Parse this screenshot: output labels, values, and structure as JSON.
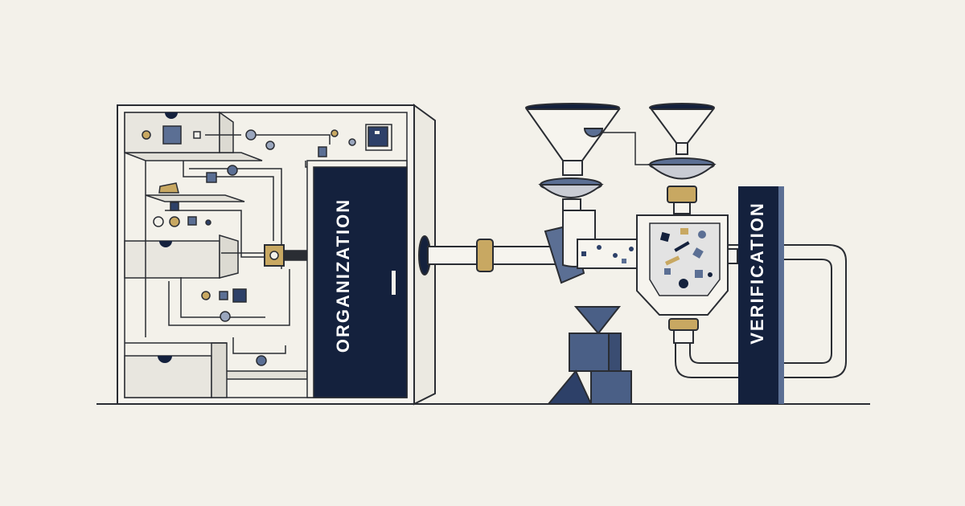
{
  "labels": {
    "organization": "ORGANIZATION",
    "verification": "VERIFICATION"
  },
  "colors": {
    "background": "#f3f1ea",
    "ink": "#2a2d33",
    "navy": "#14213d",
    "slate_blue": "#4a5f86",
    "steel_blue": "#5b6f94",
    "gold": "#c8a862",
    "gray": "#d9d8d0",
    "light": "#e8e6df"
  },
  "icons": [
    "cabinet",
    "funnel",
    "pipe",
    "sieve",
    "mixer-hopper",
    "shape-stack"
  ]
}
